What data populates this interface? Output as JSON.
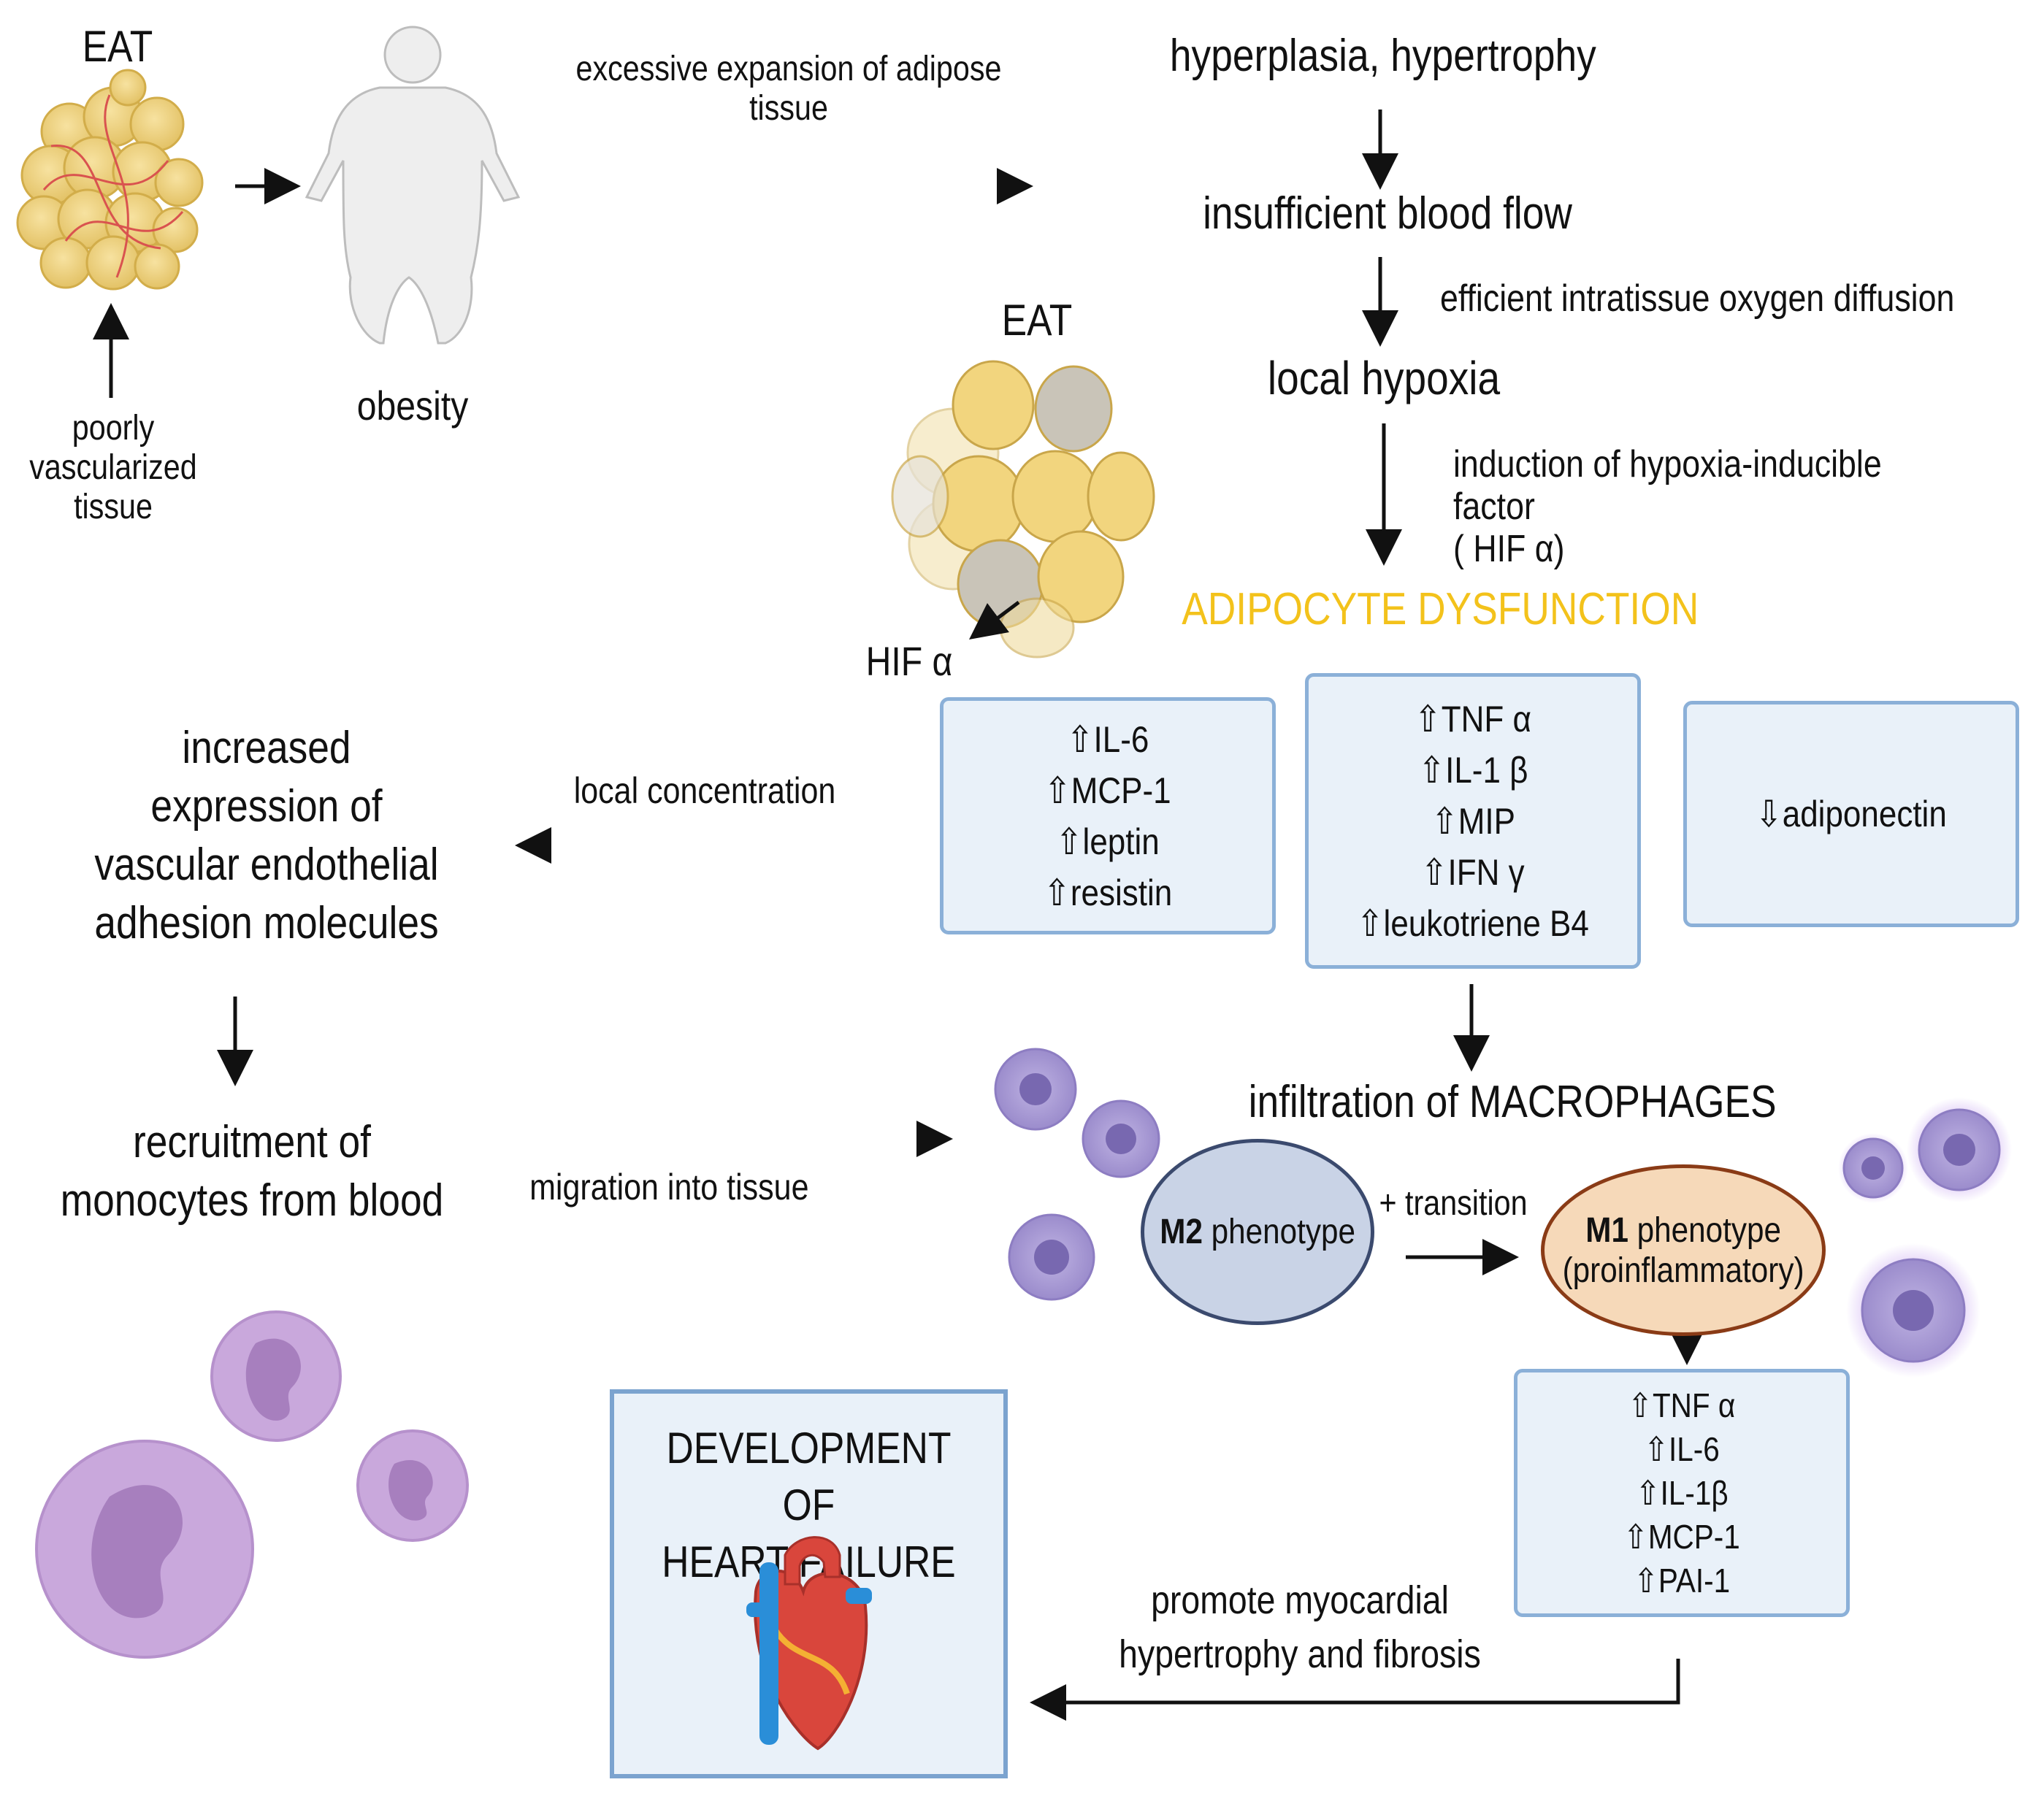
{
  "eat_left_label": "EAT",
  "eat_right_label": "EAT",
  "poorly_vascularized": "poorly\nvascularized\ntissue",
  "obesity_label": "obesity",
  "excessive_expansion": "excessive expansion of adipose\ntissue",
  "hyperplasia": "hyperplasia, hypertrophy",
  "insufficient_blood": "insufficient blood flow",
  "efficient_diffusion": "efficient intratissue oxygen diffusion",
  "local_hypoxia": "local hypoxia",
  "induction_hif": "induction of  hypoxia-inducible factor\n( HIF α)",
  "hif_alpha": "HIF α",
  "adipocyte_dysfunction": "ADIPOCYTE DYSFUNCTION",
  "box1_lines": [
    "⇧IL-6",
    "⇧MCP-1",
    "⇧leptin",
    "⇧resistin"
  ],
  "box2_lines": [
    "⇧TNF α",
    "⇧IL-1 β",
    "⇧MIP",
    "⇧IFN γ",
    "⇧leukotriene B4"
  ],
  "box3_lines": [
    "⇩adiponectin"
  ],
  "local_concentration": "local concentration",
  "increased_expression": "increased\nexpression of\nvascular endothelial\nadhesion molecules",
  "recruitment": "recruitment of\nmonocytes from blood",
  "migration": "migration into tissue",
  "infiltration": "infiltration of MACROPHAGES",
  "m2_bold": "M2",
  "m2_rest": " phenotype",
  "transition": "+ transition",
  "m1_bold": "M1",
  "m1_rest": " phenotype",
  "m1_sub": "(proinflammatory)",
  "box4_lines": [
    "⇧TNF α",
    "⇧IL-6",
    "⇧IL-1β",
    "⇧MCP-1",
    "⇧PAI-1"
  ],
  "promote": "promote myocardial\nhypertrophy and fibrosis",
  "heart_failure": "DEVELOPMENT OF\nHEART FAILURE",
  "colors": {
    "accent_yellow": "#f3c21b",
    "box_fill": "#e9f1f9",
    "box_border": "#8bb0d8",
    "m2_fill": "#c9d3e6",
    "m2_border": "#3b4a6e",
    "m1_fill": "#f6d9b9",
    "m1_border": "#8a3b16",
    "cell_purple": "#a99ad3",
    "monocyte": "#c9a8dc"
  },
  "icons": [
    "fat-cells-icon",
    "human-silhouette-icon",
    "macrophage-icon",
    "monocyte-icon",
    "heart-icon"
  ]
}
